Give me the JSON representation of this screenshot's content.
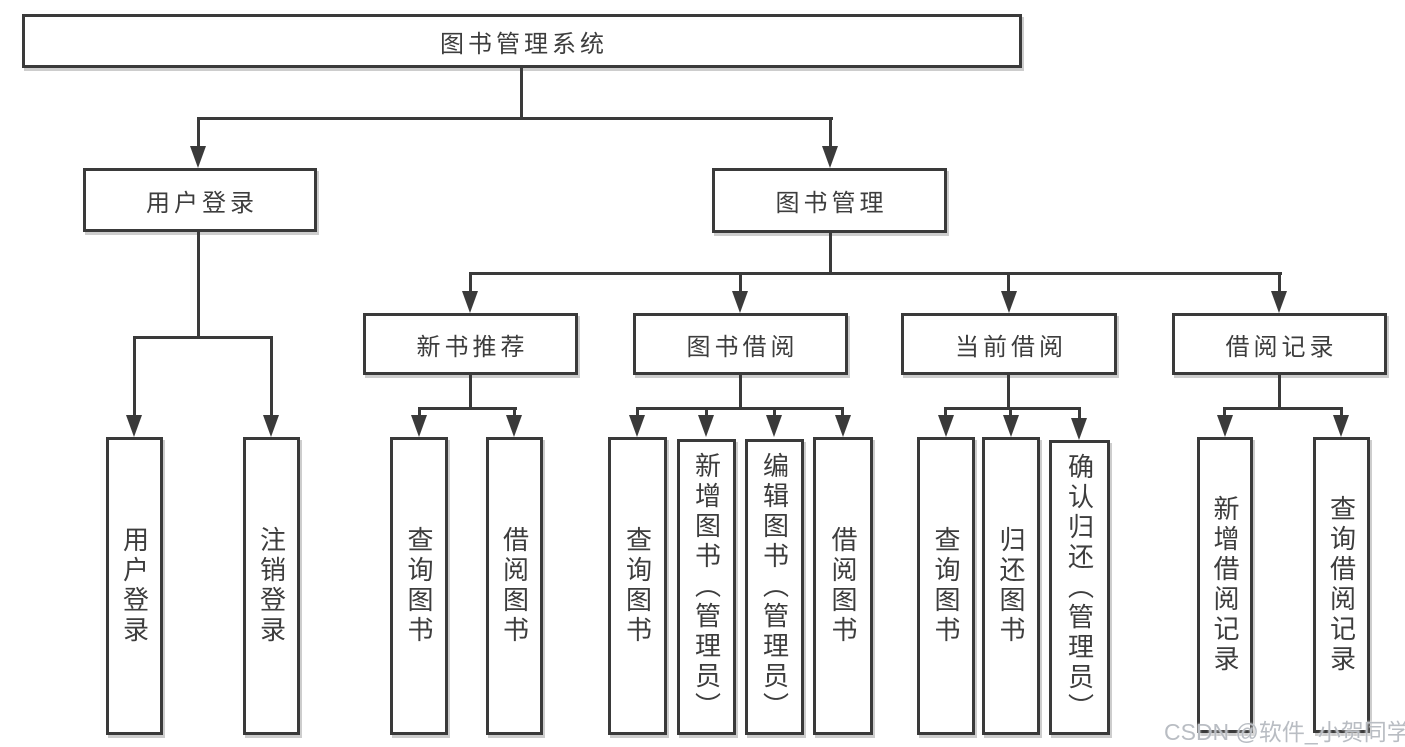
{
  "diagram": {
    "root": {
      "label": "图书管理系统"
    },
    "user_login": {
      "label": "用户登录",
      "children": [
        {
          "label": "用户登录"
        },
        {
          "label": "注销登录"
        }
      ]
    },
    "book_mgmt": {
      "label": "图书管理",
      "modules": [
        {
          "label": "新书推荐",
          "children": [
            {
              "label": "查询图书"
            },
            {
              "label": "借阅图书"
            }
          ]
        },
        {
          "label": "图书借阅",
          "children": [
            {
              "label": "查询图书"
            },
            {
              "label": "新增图书（管理员）"
            },
            {
              "label": "编辑图书（管理员）"
            },
            {
              "label": "借阅图书"
            }
          ]
        },
        {
          "label": "当前借阅",
          "children": [
            {
              "label": "查询图书"
            },
            {
              "label": "归还图书"
            },
            {
              "label": "确认归还（管理员）"
            }
          ]
        },
        {
          "label": "借阅记录",
          "children": [
            {
              "label": "新增借阅记录"
            },
            {
              "label": "查询借阅记录"
            }
          ]
        }
      ]
    },
    "watermark": "CSDN @软件_小贺同学",
    "colors": {
      "line": "#3a3a3a",
      "text": "#3d3d3d",
      "watermark": "#b9bdc3",
      "background": "#ffffff"
    }
  }
}
